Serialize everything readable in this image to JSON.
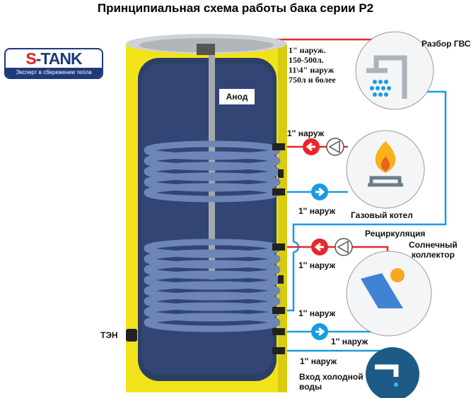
{
  "title": "Принципиальная схема работы бака серии Р2",
  "logo": {
    "brand_prefix": "S",
    "brand_rest": "-TANK",
    "tagline": "Эксперт в сбережении тепла"
  },
  "labels": {
    "anode": "Анод",
    "top_connection": [
      "1\" наруж.",
      "150-500л.",
      "11\\4\" наруж",
      "750л и более"
    ],
    "hot_water": "Разбор ГВС",
    "gas_boiler": "Газовый котел",
    "recirculation": "Рециркуляция",
    "solar": [
      "Солнечный",
      "коллектор"
    ],
    "heater": "ТЭН",
    "cold_water": [
      "Вход холодной",
      "воды"
    ],
    "conn_gas_in": "1'' наруж",
    "conn_gas_out": "1'' наруж",
    "conn_solar_in": "1'' наруж",
    "conn_recirc": "1'' наруж",
    "conn_solar_out": "1'' наруж",
    "conn_cold": "1'' наруж"
  },
  "colors": {
    "hot": "#e8262b",
    "cold": "#1a9be0",
    "tank": "#f2e21a",
    "tank_inner": "#2c3f66"
  }
}
